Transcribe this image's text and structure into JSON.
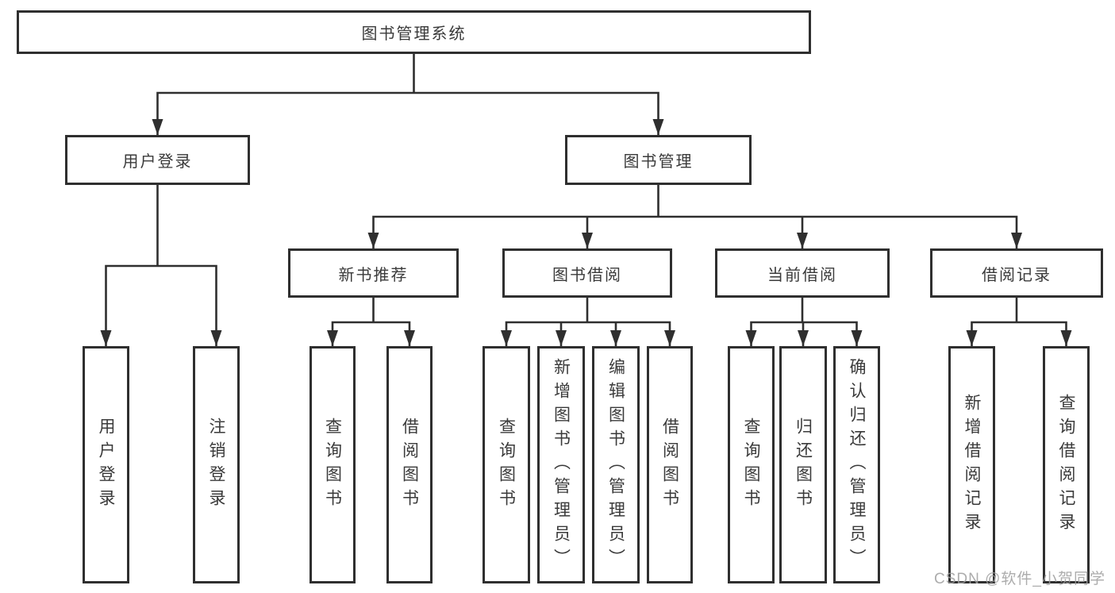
{
  "diagram": {
    "root": "图书管理系统",
    "branches": {
      "user": {
        "label": "用户登录",
        "children": [
          "用户登录",
          "注销登录"
        ]
      },
      "book": {
        "label": "图书管理",
        "groups": [
          {
            "label": "新书推荐",
            "children": [
              "查询图书",
              "借阅图书"
            ]
          },
          {
            "label": "图书借阅",
            "children": [
              "查询图书",
              "新增图书（管理员）",
              "编辑图书（管理员）",
              "借阅图书"
            ]
          },
          {
            "label": "当前借阅",
            "children": [
              "查询图书",
              "归还图书",
              "确认归还（管理员）"
            ]
          },
          {
            "label": "借阅记录",
            "children": [
              "新增借阅记录",
              "查询借阅记录"
            ]
          }
        ]
      }
    },
    "watermark": "CSDN @软件_小贺同学",
    "colors": {
      "line": "#2f2f2f",
      "text": "#3a3a3a",
      "watermark": "#9e9e9e",
      "background": "#ffffff"
    }
  }
}
